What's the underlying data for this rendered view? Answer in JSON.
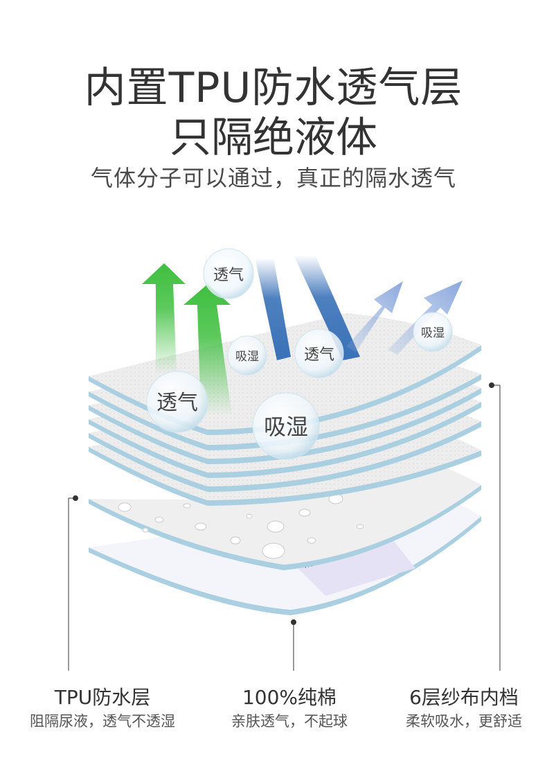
{
  "header": {
    "line1": "内置TPU防水透气层",
    "line2": "只隔绝液体",
    "subtitle": "气体分子可以通过，真正的隔水透气"
  },
  "bubbles": {
    "b1": "透气",
    "b2": "吸湿",
    "b3": "透气",
    "b4": "吸湿",
    "b5": "透气",
    "b6": "吸湿"
  },
  "captions": [
    {
      "title": "TPU防水层",
      "subtitle": "阻隔尿液，透气不透湿"
    },
    {
      "title": "100%纯棉",
      "subtitle": "亲肤透气，不起球"
    },
    {
      "title": "6层纱布内档",
      "subtitle": "柔软吸水，更舒适"
    }
  ],
  "colors": {
    "green_arrow": "#3fbf3f",
    "blue_arrow": "#3a72b8",
    "light_blue_arrow": "#8aa8dd",
    "layer_edge": "#8fc3d6"
  }
}
